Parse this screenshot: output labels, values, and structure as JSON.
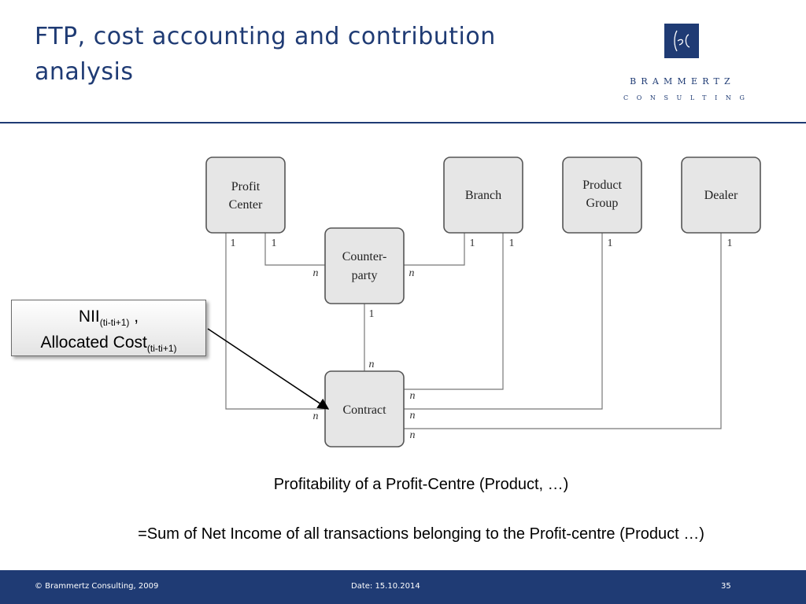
{
  "slide": {
    "title": "FTP, cost accounting and contribution analysis",
    "logo": {
      "name": "BRAMMERTZ",
      "subtitle": "CONSULTING"
    }
  },
  "diagram": {
    "entities": {
      "profit_center": [
        "Profit",
        "Center"
      ],
      "branch": [
        "Branch"
      ],
      "product_group": [
        "Product",
        "Group"
      ],
      "dealer": [
        "Dealer"
      ],
      "counterparty": [
        "Counter-",
        "party"
      ],
      "contract": [
        "Contract"
      ]
    },
    "cardinalities": {
      "one": "1",
      "many": "n"
    },
    "callout": {
      "line1_main": "NII",
      "line1_sub": "(ti-ti+1)",
      "separator": " ,",
      "line2_main": "Allocated Cost",
      "line2_sub": "(ti-ti+1)"
    }
  },
  "captions": {
    "line1": "Profitability of a Profit-Centre (Product, …)",
    "line2": "=Sum of Net Income of all transactions belonging to the Profit-centre (Product …)"
  },
  "footer": {
    "copyright": "© Brammertz Consulting, 2009",
    "date": "Date: 15.10.2014",
    "page": "35"
  },
  "colors": {
    "brand": "#1f3b74",
    "box_fill": "#e6e6e6",
    "box_stroke": "#555555"
  }
}
